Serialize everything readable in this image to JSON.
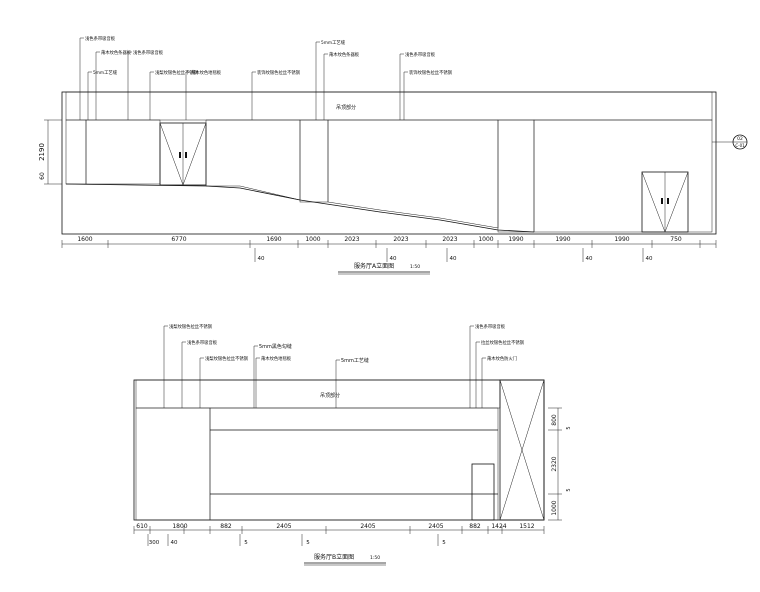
{
  "elevation_a": {
    "title": "服务厅A立面图",
    "scale": "1:50",
    "ceiling_label": "吊顶部分",
    "callouts": [
      "浅色条带吸音板",
      "莆木纹色条器板",
      "5mm工艺缝",
      "浅色条带吸音板",
      "浅梨纹银色拉丝不锈钢",
      "莆木纹色地毯板",
      "装饰纹银色拉丝不锈钢",
      "5mm工艺缝",
      "莆木纹色条器板",
      "浅色条带吸音板",
      "装饰纹银色拉丝不锈钢"
    ],
    "dims": [
      "1600",
      "6770",
      "1690",
      "1000",
      "2023",
      "2023",
      "2023",
      "1000",
      "1990",
      "1990",
      "1990",
      "750"
    ],
    "sub_dims": [
      "40",
      "40",
      "40",
      "40",
      "40"
    ],
    "v_dims": [
      "2190",
      "60"
    ],
    "marker": [
      "02",
      "C-01"
    ]
  },
  "elevation_b": {
    "title": "服务厅B立面图",
    "scale": "1:50",
    "ceiling_label": "吊顶部分",
    "callouts_left": [
      "浅梨纹银色拉丝不锈钢",
      "浅色条带吸音板",
      "浅梨纹银色拉丝不锈钢"
    ],
    "callouts_mid": [
      "5mm黑色勾缝",
      "莆木纹色地毯板",
      "5mm工艺缝"
    ],
    "callouts_right": [
      "浅色条带吸音板",
      "拉丝纹银色拉丝不锈钢",
      "莆木纹色防火门"
    ],
    "dims": [
      "610",
      "1800",
      "882",
      "2405",
      "2405",
      "2405",
      "882",
      "1424",
      "1512"
    ],
    "sub_dims": [
      "300",
      "40",
      "5",
      "5",
      "5"
    ],
    "v_dims": [
      "800",
      "2320",
      "1000",
      "5",
      "5"
    ]
  }
}
